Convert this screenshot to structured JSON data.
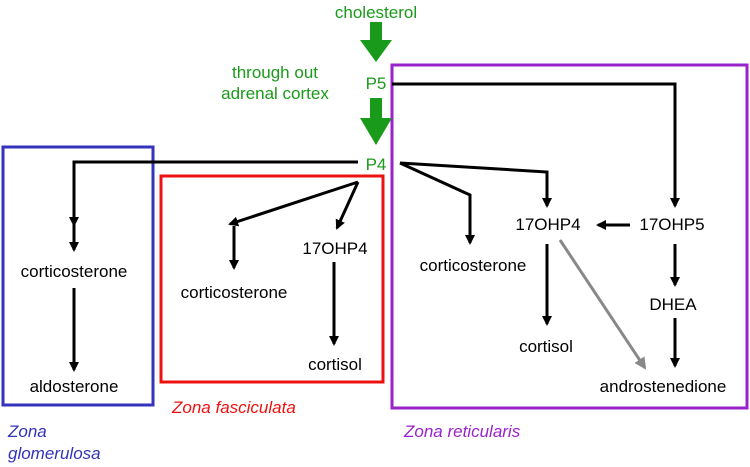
{
  "top": {
    "cholesterol": "cholesterol",
    "p5": "P5",
    "p4": "P4",
    "note_line1": "through out",
    "note_line2": "adrenal cortex"
  },
  "glomerulosa": {
    "corticosterone": "corticosterone",
    "aldosterone": "aldosterone",
    "zone_line1": "Zona",
    "zone_line2": "glomerulosa",
    "color": "#3333bb"
  },
  "fasciculata": {
    "corticosterone": "corticosterone",
    "ohp4": "17OHP4",
    "cortisol": "cortisol",
    "zone": "Zona fasciculata",
    "color": "#ee1111"
  },
  "reticularis": {
    "corticosterone": "corticosterone",
    "ohp4": "17OHP4",
    "ohp5": "17OHP5",
    "cortisol": "cortisol",
    "dhea": "DHEA",
    "androstenedione": "androstenedione",
    "zone": "Zona reticularis",
    "color": "#9922cc"
  },
  "colors": {
    "green": "#1a9a1a",
    "gray": "#888888",
    "black": "#000000"
  }
}
